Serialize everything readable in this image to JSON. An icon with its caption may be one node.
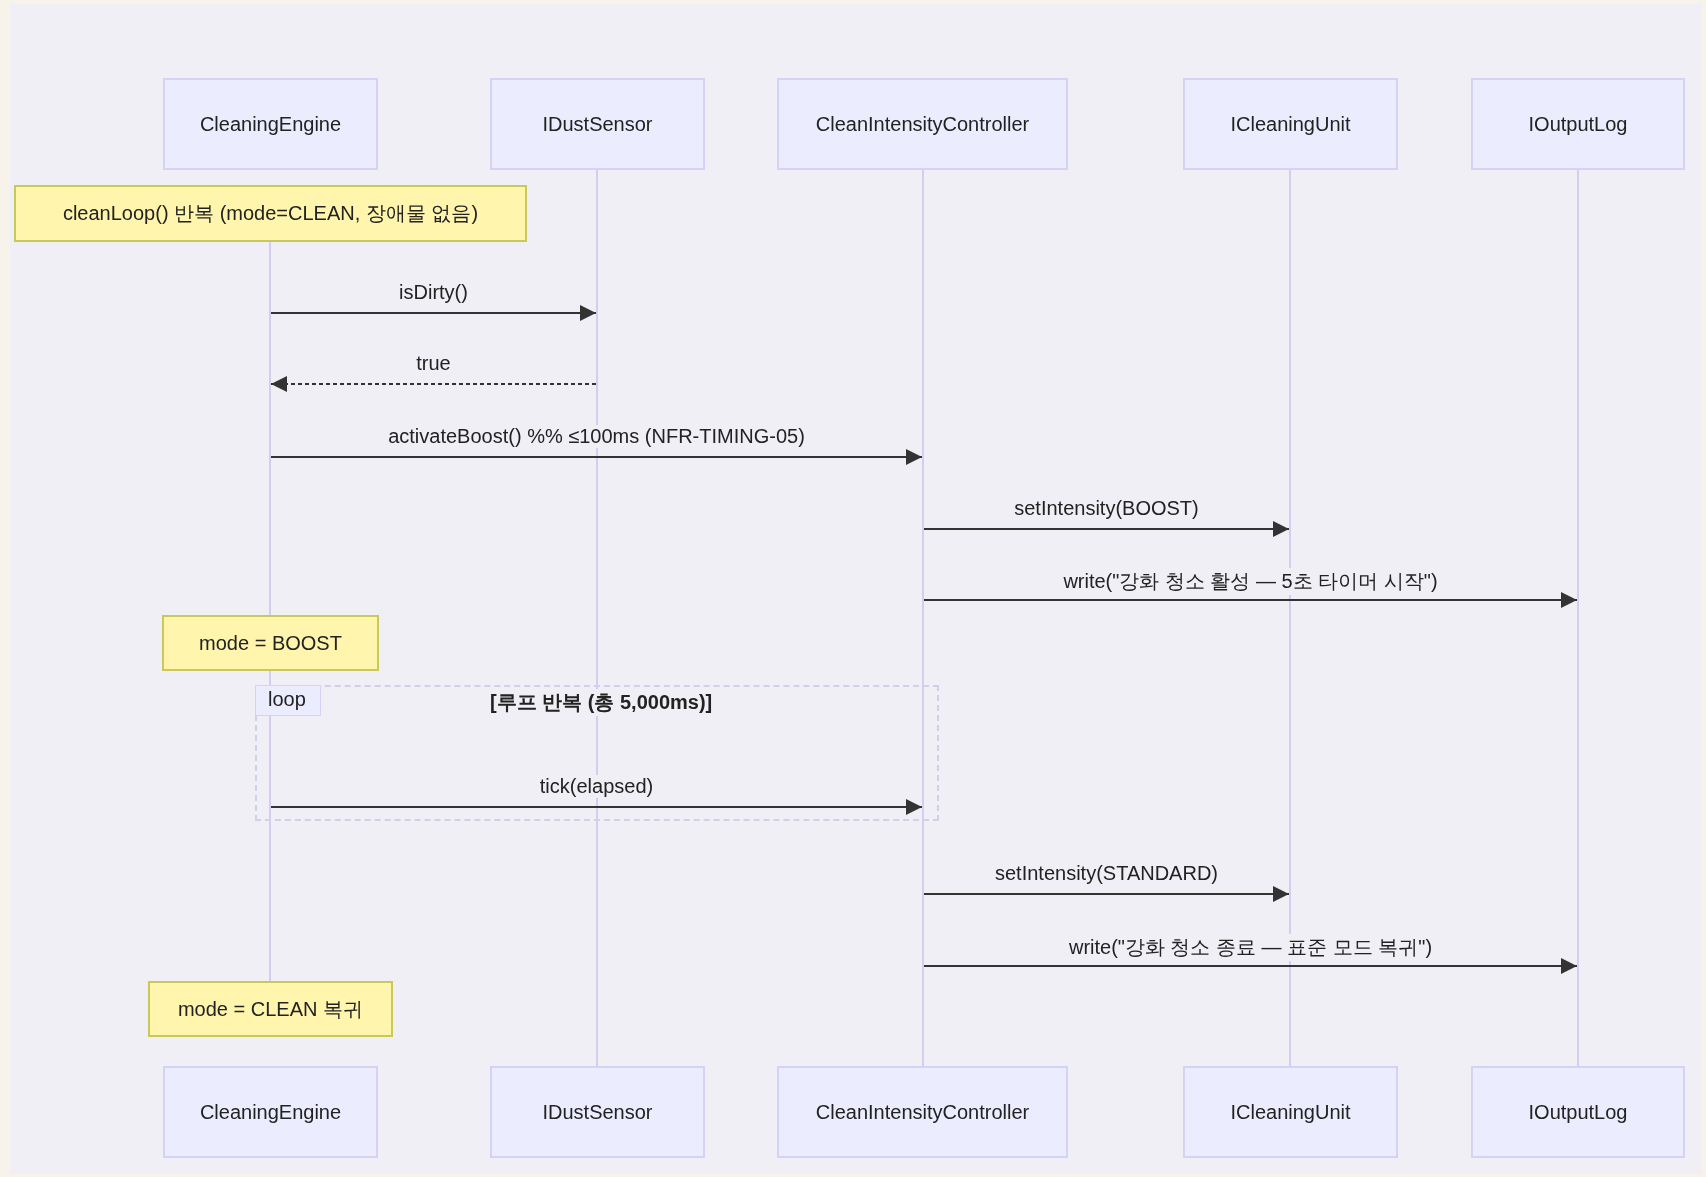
{
  "diagram": {
    "nodes": [
      {
        "text": [
          "CleaningEngine"
        ]
      },
      {
        "text": [
          "IDustSensor"
        ]
      },
      {
        "text": [
          "CleanIntensityController"
        ]
      },
      {
        "text": [
          "ICleaningUnit"
        ]
      },
      {
        "text": [
          "IOutputLog"
        ]
      },
      {
        "text": [],
        "shape": "bar"
      },
      {
        "text": [],
        "shape": "bar"
      },
      {
        "text": [],
        "shape": "bar"
      },
      {
        "text": [],
        "shape": "bar"
      },
      {
        "text": [],
        "shape": "bar"
      },
      {
        "text": [
          "cleanLoop() 반복 (mode=CLEAN, 장애물 없음)"
        ]
      },
      {
        "text": [
          "mode = BOOST"
        ]
      },
      {
        "text": [
          "mode = CLEAN 복귀"
        ]
      },
      {
        "text": [
          "CleaningEngine"
        ]
      },
      {
        "text": [
          "IDustSensor"
        ]
      },
      {
        "text": [
          "CleanIntensityController"
        ]
      },
      {
        "text": [
          "ICleaningUnit"
        ]
      },
      {
        "text": [
          "IOutputLog"
        ]
      }
    ],
    "labels": [
      "loop",
      "[루프 반복 (총 5,000ms)]"
    ],
    "edges": [
      {
        "from": 5,
        "to": 6,
        "arrow": "to",
        "label": "isDirty()"
      },
      {
        "from": 6,
        "to": 5,
        "arrow": "to",
        "label": "true",
        "style": "dashed"
      },
      {
        "from": 5,
        "to": 7,
        "arrow": "to",
        "label": "activateBoost() %% ≤100ms (NFR-TIMING-05)"
      },
      {
        "from": 7,
        "to": 8,
        "arrow": "to",
        "label": "setIntensity(BOOST)"
      },
      {
        "from": 7,
        "to": 9,
        "arrow": "to",
        "label": "write(\"강화 청소 활성 — 5초 타이머 시작\")"
      },
      {
        "from": 5,
        "to": 7,
        "arrow": "to",
        "label": "tick(elapsed)"
      },
      {
        "from": 7,
        "to": 8,
        "arrow": "to",
        "label": "setIntensity(STANDARD)"
      },
      {
        "from": 7,
        "to": 9,
        "arrow": "to",
        "label": "write(\"강화 청소 종료 — 표준 모드 복귀\")"
      }
    ]
  }
}
